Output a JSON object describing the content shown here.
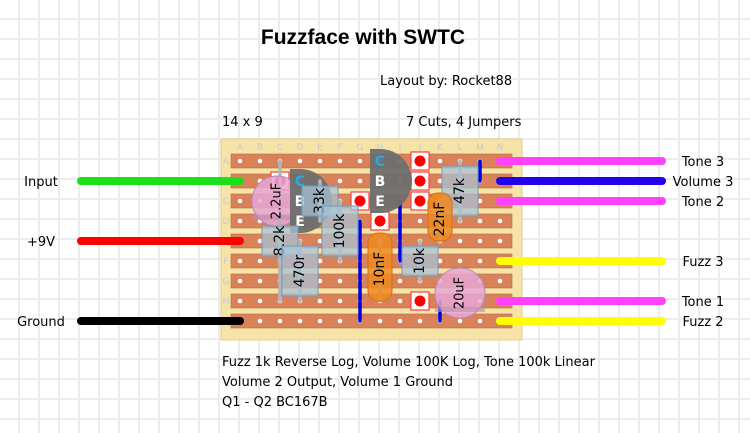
{
  "title": "Fuzzface with SWTC",
  "credit": "Layout by: Rocket88",
  "board_size": "14 x 9",
  "board_stats": "7 Cuts, 4 Jumpers",
  "notes": [
    "Fuzz 1k Reverse Log, Volume 100K Log, Tone 100k Linear",
    "Volume 2 Output, Volume 1 Ground",
    "Q1 - Q2 BC167B"
  ],
  "board": {
    "columns": [
      "A",
      "B",
      "C",
      "D",
      "E",
      "F",
      "G",
      "H",
      "I",
      "J",
      "K",
      "L",
      "M",
      "N"
    ],
    "row_labels": [
      "A",
      "B",
      "C",
      "D",
      "E",
      "F",
      "G",
      "H",
      ""
    ],
    "colors": {
      "board": "#f5e3a8",
      "board_border": "#e2cc86",
      "strip": "#d9825a",
      "strip_border": "#b8683f",
      "hole": "#ffffff",
      "label": "#c9c9c9"
    },
    "cuts": [
      {
        "col": "J",
        "row": "A"
      },
      {
        "col": "J",
        "row": "B"
      },
      {
        "col": "J",
        "row": "C"
      },
      {
        "col": "G",
        "row": "C"
      },
      {
        "col": "H",
        "row": "D"
      },
      {
        "col": "J",
        "row": "H"
      },
      {
        "col": "C",
        "row": "B"
      }
    ],
    "jumpers": [
      {
        "col": "M",
        "from": "A",
        "to": "B"
      },
      {
        "col": "G",
        "from": "D",
        "to": "I"
      },
      {
        "col": "I",
        "from": "C",
        "to": "F"
      },
      {
        "col": "K",
        "from": "H",
        "to": "I"
      }
    ],
    "leads": [
      {
        "col": "C",
        "from": "A",
        "to": "H"
      }
    ],
    "resistors": [
      {
        "label": "8.2k",
        "col": "C",
        "from": "D",
        "to": "F"
      },
      {
        "label": "33k",
        "col": "E",
        "from": "B",
        "to": "D"
      },
      {
        "label": "100k",
        "col": "F",
        "from": "C",
        "to": "F"
      },
      {
        "label": "470r",
        "col": "D",
        "from": "E",
        "to": "H"
      },
      {
        "label": "10k",
        "col": "J",
        "from": "E",
        "to": "G"
      },
      {
        "label": "47k",
        "col": "L",
        "from": "A",
        "to": "D"
      }
    ],
    "film_caps": [
      {
        "label": "10nF",
        "col": "H",
        "from": "E",
        "to": "H"
      },
      {
        "label": "22nF",
        "col": "K",
        "from": "C",
        "to": "E"
      }
    ],
    "electrolytics": [
      {
        "label": "2.2uF",
        "col": "B",
        "row": "C",
        "color": "#e8a6d4"
      },
      {
        "label": "20uF",
        "col": "L",
        "row": "H",
        "color": "#e8a6d4"
      }
    ],
    "transistors": [
      {
        "name": "Q1",
        "col": "D",
        "pins": [
          "C",
          "B",
          "E"
        ],
        "rows": [
          "B",
          "C",
          "D"
        ]
      },
      {
        "name": "Q2",
        "col": "H",
        "pins": [
          "C",
          "B",
          "E"
        ],
        "rows": [
          "A",
          "B",
          "C"
        ]
      }
    ]
  },
  "left_wires": [
    {
      "label": "Input",
      "row": "B",
      "color": "#19e019"
    },
    {
      "label": "+9V",
      "row": "E",
      "color": "#ff0000"
    },
    {
      "label": "Ground",
      "row": "I",
      "color": "#000000"
    }
  ],
  "right_wires": [
    {
      "label": "Tone 3",
      "row": "A",
      "color": "#ff40ff"
    },
    {
      "label": "Volume 3",
      "row": "B",
      "color": "#2200ee"
    },
    {
      "label": "Tone 2",
      "row": "C",
      "color": "#ff40ff"
    },
    {
      "label": "Fuzz 3",
      "row": "F",
      "color": "#ffff00"
    },
    {
      "label": "Tone 1",
      "row": "H",
      "color": "#ff40ff"
    },
    {
      "label": "Fuzz 2",
      "row": "I",
      "color": "#ffff00"
    }
  ]
}
